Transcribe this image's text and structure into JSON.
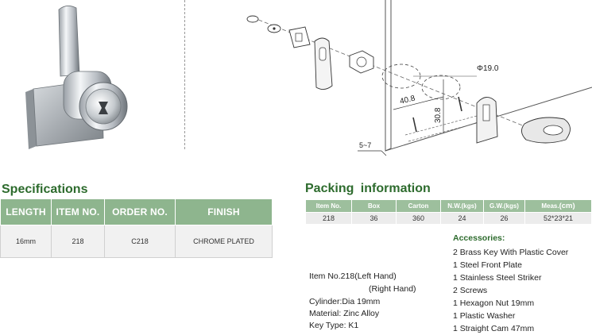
{
  "diagram": {
    "diameter_label": "Φ19.0",
    "dim_width": "40.8",
    "dim_height": "30.8",
    "dim_thickness": "5~7"
  },
  "specifications": {
    "title": "Specifications",
    "columns": [
      "LENGTH",
      "ITEM NO.",
      "ORDER NO.",
      "FINISH"
    ],
    "rows": [
      [
        "16mm",
        "218",
        "C218",
        "CHROME PLATED"
      ]
    ]
  },
  "packing": {
    "title": "Packing  information",
    "columns": [
      "Item No.",
      "Box",
      "Carton",
      "N.W.(kgs)",
      "G.W.(kgs)"
    ],
    "meas_header": "Meas.",
    "meas_unit": "(cm)",
    "rows": [
      [
        "218",
        "36",
        "360",
        "24",
        "26",
        "52*23*21"
      ]
    ]
  },
  "item_info": {
    "item_left": "Item No.218(Left Hand)",
    "item_right": "(Right Hand)",
    "cylinder": "Cylinder:Dia 19mm",
    "material": "Material: Zinc Alloy",
    "key_type": "Key Type: K1"
  },
  "accessories": {
    "title": "Accessories:",
    "items": [
      "2 Brass Key With Plastic  Cover",
      "1 Steel Front Plate",
      "1 Stainless Steel Striker",
      "2 Screws",
      "1 Hexagon Nut  19mm",
      "1 Plastic Washer",
      "1 Straight Cam 47mm"
    ]
  }
}
